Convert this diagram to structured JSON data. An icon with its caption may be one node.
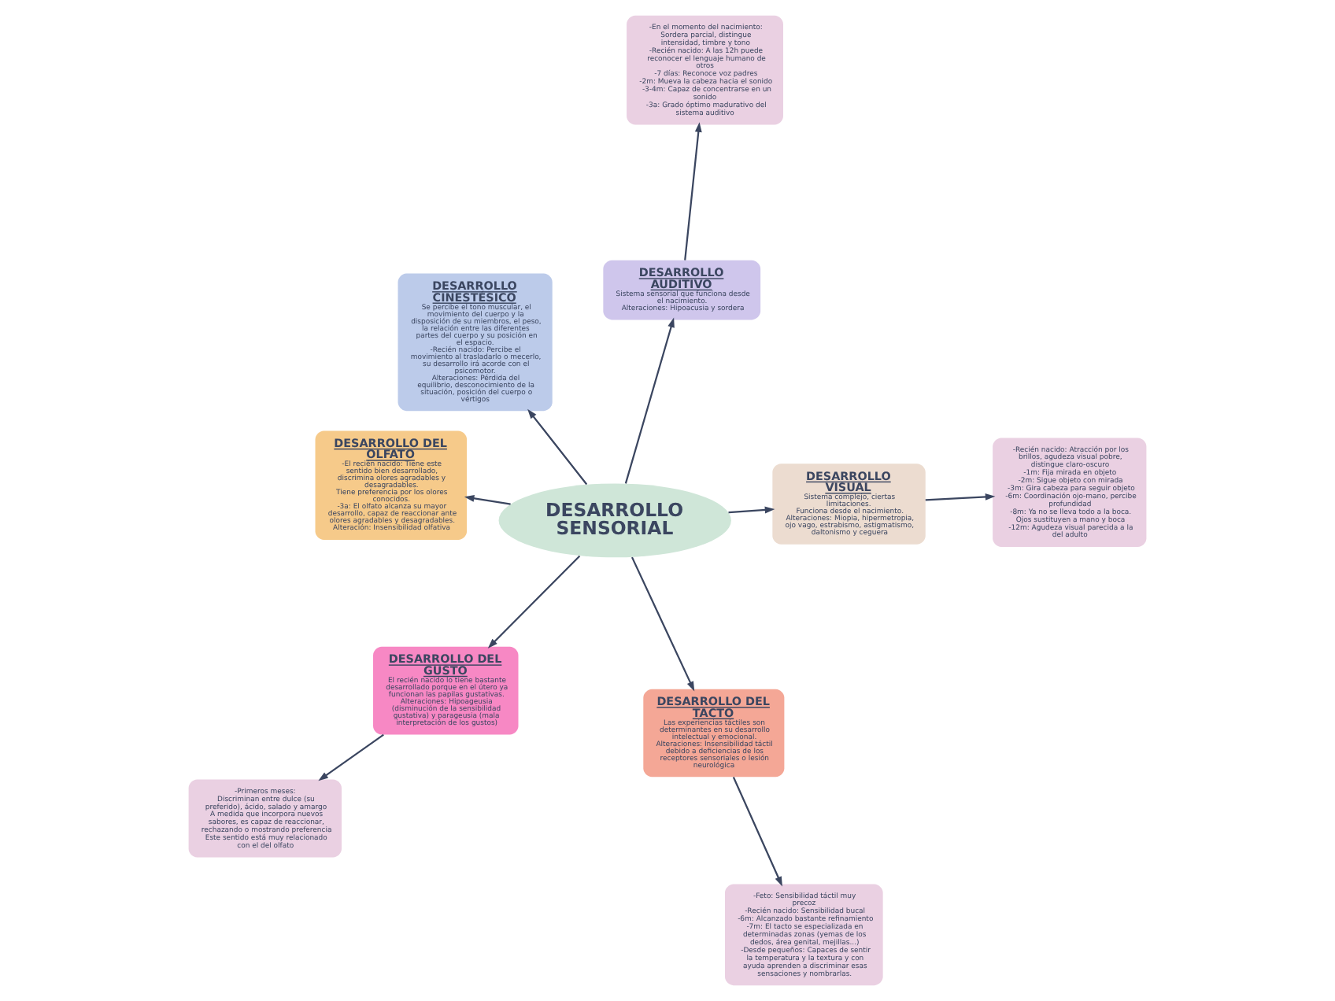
{
  "diagram": {
    "nodes": [
      {
        "text": [
          "DESARROLLO SENSORIAL"
        ]
      },
      {
        "text": [
          "DESARROLLO VISUAL",
          "Sistema complejo, ciertas limitaciones.",
          "Funciona desde el nacimiento.",
          "Alteraciones: Miopia, hipermetropia, ojo vago, estrabismo, astigmatismo, daltonismo y ceguera"
        ]
      },
      {
        "text": [
          "-Recién nacido: Atracción por los brillos, agudeza visual pobre, distingue claro-oscuro",
          "-1m: Fija mirada en objeto",
          "-2m: Sigue objeto con mirada",
          "-3m: Gira cabeza para seguir objeto",
          "-6m: Coordinación ojo-mano, percibe profundidad",
          "-8m: Ya no se lleva todo a la boca. Ojos sustituyen a mano y boca",
          "-12m: Agudeza visual parecida a la del adulto"
        ]
      },
      {
        "text": [
          "DESARROLLO AUDITIVO",
          "Sistema sensorial que funciona desde el nacimiento.",
          "Alteraciones: Hipoacusia y sordera"
        ]
      },
      {
        "text": [
          "-En el momento del nacimiento: Sordera parcial, distingue intensidad, timbre y tono",
          "-Recién nacido: A las 12h puede reconocer el lenguaje humano de otros",
          "-7 días: Reconoce voz padres",
          "-2m: Mueva la cabeza hacia el sonido",
          "-3-4m: Capaz de concentrarse en un sonido",
          "-3a: Grado óptimo madurativo del sistema auditivo"
        ]
      },
      {
        "text": [
          "DESARROLLO CINESTÉSICO",
          "Se percibe el tono muscular, el movimiento del cuerpo y la disposición de su miembros, el peso, la relación entre las diferentes partes del cuerpo y su posición en el espacio.",
          "-Recién nacido: Percibe el movimiento al trasladarlo o mecerlo, su desarrollo irá acorde con el psicomotor.",
          "Alteraciones: Pérdida del equilibrio, desconocimiento de la situación, posición del cuerpo o vértigos"
        ]
      },
      {
        "text": [
          "DESARROLLO DEL OLFATO",
          "-El recién nacido: Tiene este sentido bien desarrollado, discrimina olores agradables y desagradables.",
          "Tiene preferencia por los olores conocidos.",
          "-3a: El olfato alcanza su mayor desarrollo, capaz de reaccionar ante olores agradables y desagradables.",
          "Alteración: Insensibilidad olfativa"
        ]
      },
      {
        "text": [
          "DESARROLLO DEL TACTO",
          "Las experiencias táctiles son determinantes en su desarrollo intelectual y emocional.",
          "Alteraciones: Insensibilidad táctil debido a deficiencias de los receptores sensoriales o lesión neurológica"
        ]
      },
      {
        "text": [
          "-Feto: Sensibilidad táctil muy precoz",
          "-Recién nacido: Sensibilidad bucal",
          "-6m: Alcanzado bastante refinamiento",
          "-7m: El tacto se especializada en determinadas zonas (yemas de los dedos, área genital, mejillas...)",
          "-Desde pequeños: Capaces de sentir la temperatura y la textura y con ayuda aprenden a discriminar esas sensaciones y nombrarlas."
        ]
      },
      {
        "text": [
          "DESARROLLO DEL GUSTO",
          "El recién nacido lo tiene bastante desarrollado porque en el útero ya funcionan las papilas gustativas.",
          "Alteraciones: Hipoageusia (disminución de la sensibilidad gustativa) y parageusia (mala interpretación de los gustos)"
        ]
      },
      {
        "text": [
          "-Primeros meses:",
          "Discriminan entre dulce (su preferido), ácido, salado y amargo",
          "A medida que incorpora nuevos sabores, es capaz de reaccionar, rechazando o mostrando preferencia",
          "Este sentido está muy relacionado con el del olfato"
        ]
      }
    ],
    "edges": [
      {
        "from": 0,
        "to": 1,
        "arrow": "to"
      },
      {
        "from": 0,
        "to": 3,
        "arrow": "to"
      },
      {
        "from": 0,
        "to": 5,
        "arrow": "to"
      },
      {
        "from": 0,
        "to": 6,
        "arrow": "to"
      },
      {
        "from": 0,
        "to": 7,
        "arrow": "to"
      },
      {
        "from": 0,
        "to": 9,
        "arrow": "to"
      },
      {
        "from": 1,
        "to": 2,
        "arrow": "to"
      },
      {
        "from": 3,
        "to": 4,
        "arrow": "to"
      },
      {
        "from": 7,
        "to": 8,
        "arrow": "to"
      },
      {
        "from": 9,
        "to": 10,
        "arrow": "to"
      }
    ]
  }
}
